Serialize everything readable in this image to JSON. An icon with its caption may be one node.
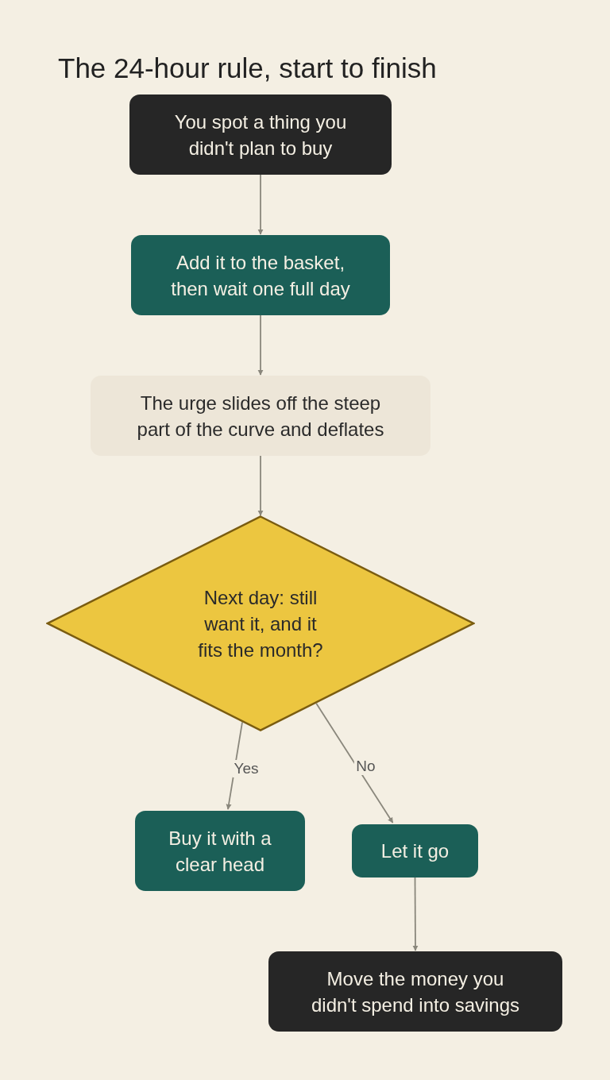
{
  "diagram": {
    "title": "The 24-hour rule, start to finish",
    "nodes": [
      {
        "text": [
          "You spot a thing you didn't plan to buy"
        ]
      },
      {
        "text": [
          "Add it to the basket, then wait one full day"
        ]
      },
      {
        "text": [
          "The urge slides off the steep part of the curve and deflates"
        ]
      },
      {
        "text": [
          "Next day: still want it, and it fits the month?"
        ]
      },
      {
        "text": [
          "Buy it with a clear head"
        ]
      },
      {
        "text": [
          "Let it go"
        ]
      },
      {
        "text": [
          "Move the money you didn't spend into savings"
        ]
      }
    ],
    "edges": [
      {
        "from": 0,
        "to": 1,
        "arrow": "to"
      },
      {
        "from": 1,
        "to": 2,
        "arrow": "to"
      },
      {
        "from": 2,
        "to": 3,
        "arrow": "to"
      },
      {
        "from": 3,
        "to": 4,
        "arrow": "to",
        "label": "Yes"
      },
      {
        "from": 3,
        "to": 5,
        "arrow": "to",
        "label": "No"
      },
      {
        "from": 5,
        "to": 6,
        "arrow": "to"
      }
    ]
  }
}
